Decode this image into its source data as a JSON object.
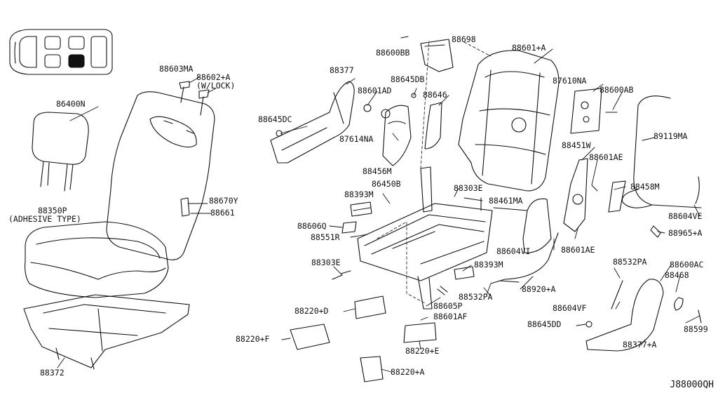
{
  "diagram": {
    "code": "J88000QH",
    "labels": [
      "88698",
      "88600BB",
      "88601+A",
      "88603MA",
      "88602+A",
      "(W/LOCK)",
      "88377",
      "88645DB",
      "88601AD",
      "88646",
      "87610NA",
      "88600AB",
      "86400N",
      "88645DC",
      "87614NA",
      "89119MA",
      "88451W",
      "88601AE",
      "88456M",
      "86450B",
      "88303E",
      "88458M",
      "88670Y",
      "88661",
      "88393M",
      "88461MA",
      "88350P",
      "(ADHESIVE TYPE)",
      "88604VE",
      "88606Q",
      "88965+A",
      "88551R",
      "88604VI",
      "88601AE",
      "88303E",
      "88393M",
      "88532PA",
      "88600AC",
      "88468",
      "88920+A",
      "88532PA",
      "88604VF",
      "88220+D",
      "88605P",
      "88601AF",
      "88599",
      "88645DD",
      "88220+F",
      "88377+A",
      "88220+E",
      "88372",
      "88220+A"
    ]
  }
}
